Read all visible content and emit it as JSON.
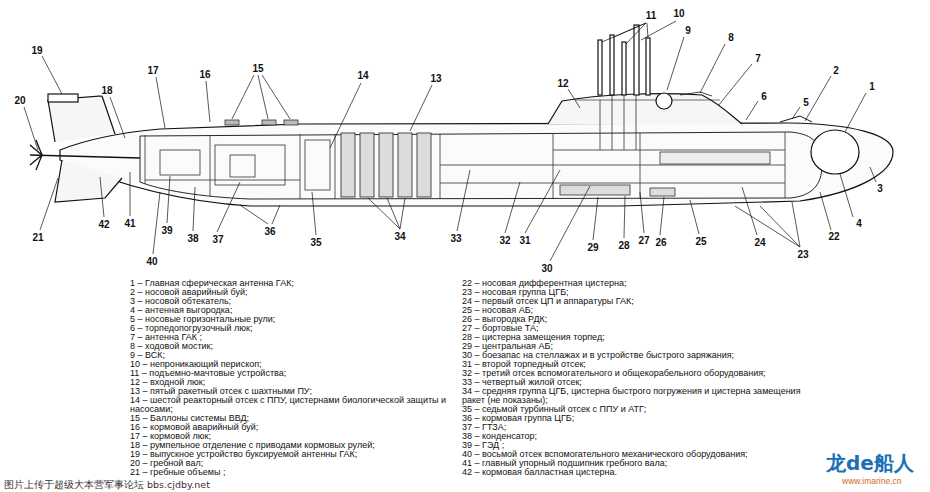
{
  "diagram": {
    "labels": [
      "1",
      "2",
      "3",
      "4",
      "5",
      "6",
      "7",
      "8",
      "9",
      "10",
      "11",
      "12",
      "13",
      "14",
      "15",
      "16",
      "17",
      "18",
      "19",
      "20",
      "21",
      "22",
      "23",
      "24",
      "25",
      "26",
      "27",
      "28",
      "29",
      "30",
      "31",
      "32",
      "33",
      "34",
      "35",
      "36",
      "37",
      "38",
      "39",
      "40",
      "41",
      "42",
      "1 – Главная сферическая антенна ГАК;",
      "2 – носовой аварийный буй;",
      "3 – носовой обтекатель;",
      "4 – антенная выгородка;",
      "5 – носовые горизонтальные рули;",
      "6 – торпедопогрузочный люк;",
      "7 – антенна ГАК ;",
      "8 – ходовой мостик;",
      "9 – ВСК;",
      "10 – непроникающий перископ;",
      "11 – подъемно-мачтовые устройства;",
      "12 – входной люк;",
      "13 – пятый ракетный отсек с шахтными ПУ;",
      "14 – шестой реакторный отсек с ППУ, цистернами биологической защиты и насосами;",
      "15 – Баллоны системы ВВД;",
      "16 – кормовой аварийный буй;",
      "17 – кормовой люк;",
      "18 – румпельное отделение с приводами кормовых рулей;",
      "19 – выпускное устройство буксируемой антенны ГАК;",
      "20 – гребной вал;",
      "21 – гребные объемы ;",
      "22 – носовая дифферентная цистерна;",
      "23 – носовая группа ЦГБ;",
      "24 – первый отсек ЦП и аппаратуры ГАК;",
      "25 – носовая АБ;",
      "26 – выгородка РДК;",
      "27 – бортовые ТА;",
      "28 – цистерна замещения торпед;",
      "29 – центральная АБ;",
      "30 – боезапас на стеллажах и в устройстве быстрого заряжания;",
      "31 – второй торпедный отсек;",
      "32 – третий отсек вспомогательного и общекорабельного оборудования;",
      "33 – четвертый жилой отсек;",
      "34 – средняя группа ЦГБ, цистерна быстрого погружения и цистерна замещения ракет (не показаны);",
      "35 – седьмой турбинный отсек с ППУ и АТГ;",
      "36 – кормовая группа ЦГБ;",
      "37 – ГТЗА;",
      "38 – конденсатор;",
      "39 – ГЭД ;",
      "40 – восьмой отсек вспомогательного механического оборудования;",
      "41 – главный упорный подшипник гребного вала;",
      "42 – кормовая балластная цистерна.",
      "图片上传于超级大本营军事论坛 bbs.cjdby.net",
      "龙de船人",
      "www.imarine.cn"
    ]
  }
}
